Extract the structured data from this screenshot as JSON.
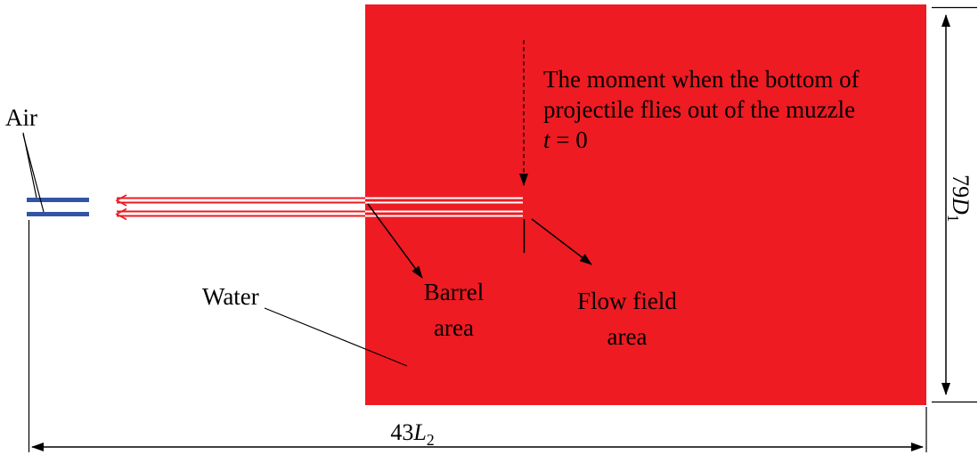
{
  "colors": {
    "field-red": "#ee1b22",
    "air-blue": "#3254a4",
    "ink": "#000000",
    "barrel-white": "#ffffff"
  },
  "labels": {
    "air": "Air",
    "water": "Water",
    "barrel": {
      "line1": "Barrel",
      "line2": "area"
    },
    "flow": {
      "line1": "Flow field",
      "line2": "area"
    },
    "moment": {
      "line1": "The moment when the bottom of",
      "line2": "projectile flies out of the muzzle",
      "t_var": "t",
      "t_eq": " = 0"
    }
  },
  "dimensions": {
    "height": {
      "value": "79",
      "symbol": "D",
      "subscript": "1"
    },
    "width": {
      "value": "43",
      "symbol": "L",
      "subscript": "2"
    }
  }
}
